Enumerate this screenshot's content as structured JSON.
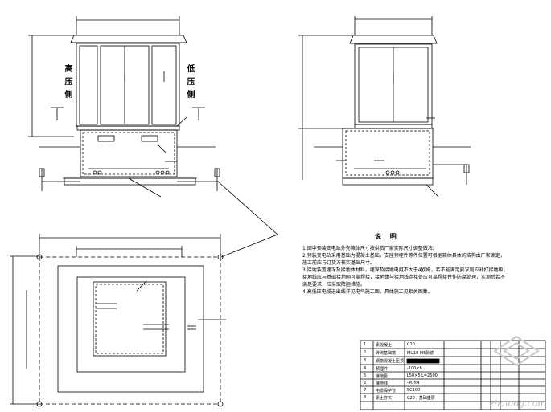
{
  "front_view": {
    "left_side_label": "高压侧",
    "right_side_label": "低压侧"
  },
  "notes": {
    "title": "说 明",
    "lines": [
      "1.图中预装变电站外壳箱体尺寸按供货厂家实际尺寸调整做法。",
      "2.预装变电站采用基础为混凝土基础，支座预埋件等件位置可根据箱体具体的结构由厂家确定，",
      "   施工前应与订货方核实基础尺寸。",
      "3.接地装置埋深及接地体材料，埋深及接地电阻不大于4欧姆，若不能满足要求则应补打接地极，",
      "   接地线应与基础接地网可靠焊接，接地体与接地线连接处应可靠焊接并作防腐处理，实测后若不",
      "   满足要求，应采取降阻措施。",
      "4.高低压电缆进出线详见电气施工图，具体施工见相关图集。"
    ]
  },
  "title_block": {
    "rows": [
      {
        "num": "1",
        "name": "素混凝土",
        "spec": "C20"
      },
      {
        "num": "2",
        "name": "砖砌基础墙",
        "spec": "MU10  M5砂浆"
      },
      {
        "num": "3",
        "name": "钢筋混凝土压顶",
        "spec": ""
      },
      {
        "num": "4",
        "name": "预埋件",
        "spec": "-100×6"
      },
      {
        "num": "5",
        "name": "接地极",
        "spec": "L50×5  L=2500"
      },
      {
        "num": "6",
        "name": "接地线",
        "spec": "-40×4"
      },
      {
        "num": "7",
        "name": "电缆保护管",
        "spec": "SC100"
      },
      {
        "num": "8",
        "name": "素土夯实",
        "spec": "C20 / 基础垫层"
      }
    ]
  },
  "watermark": "zhulong.com"
}
